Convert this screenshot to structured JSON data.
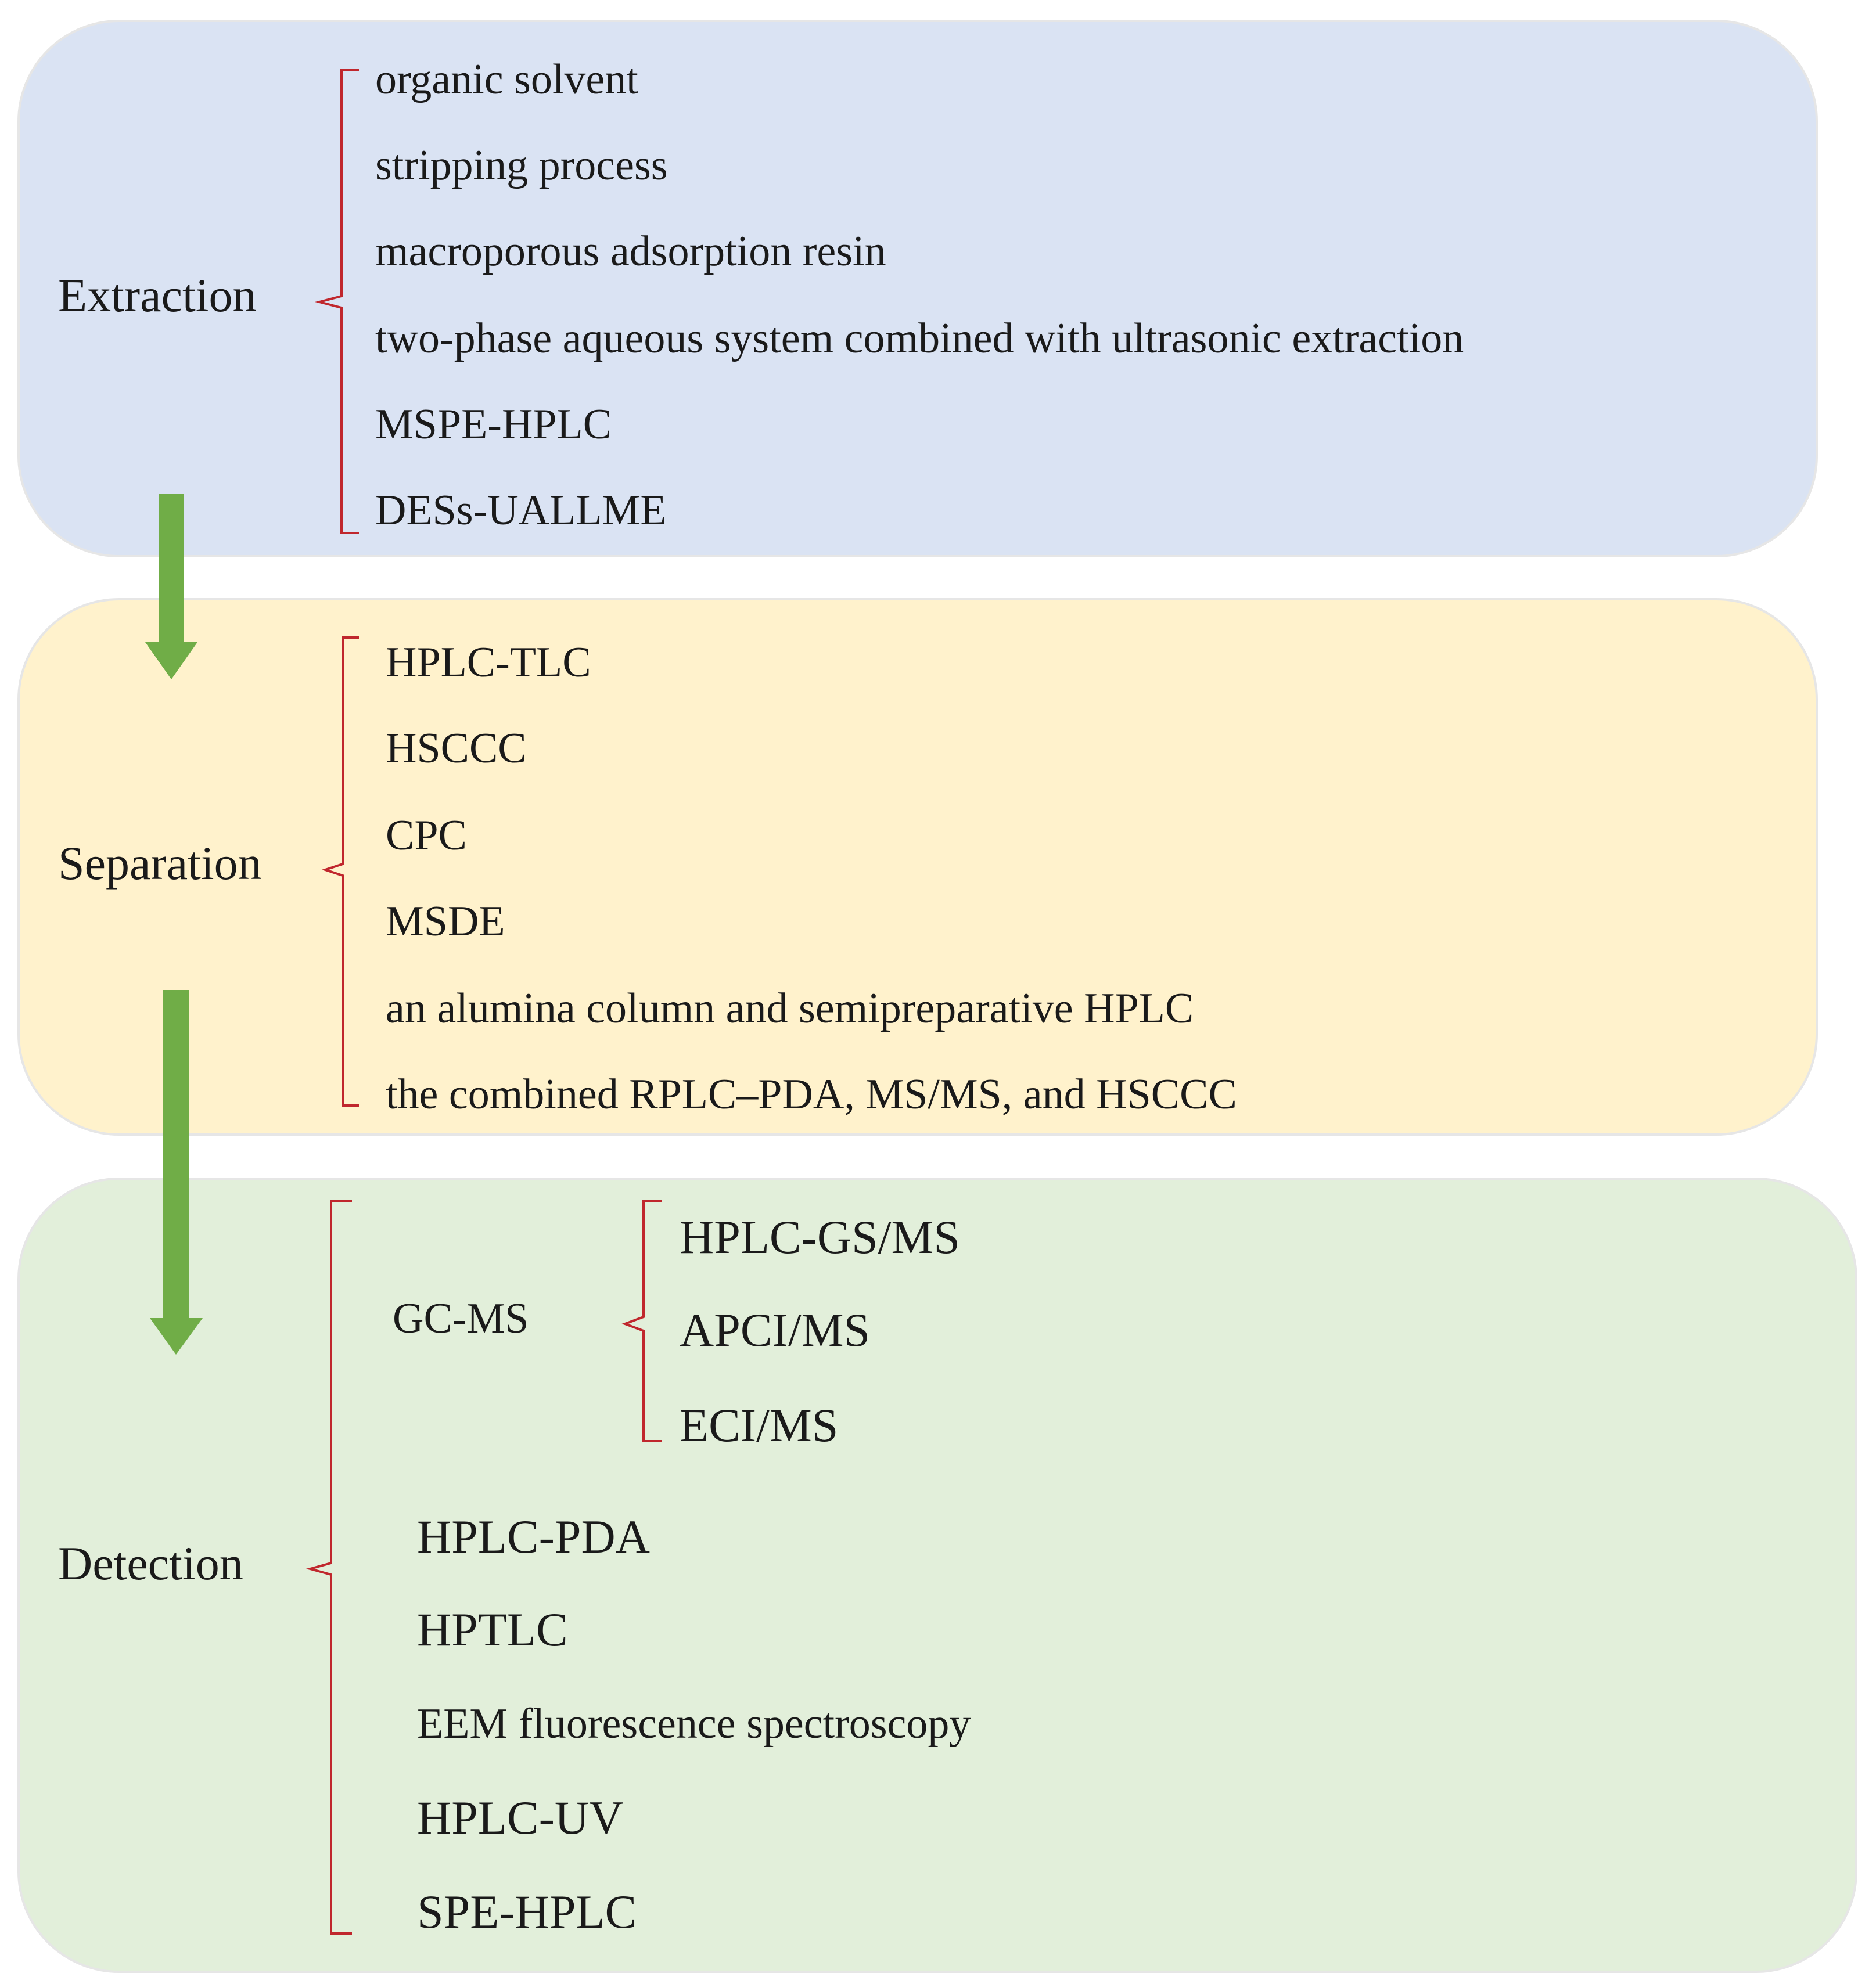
{
  "stages": {
    "extraction": {
      "label": "Extraction",
      "items": [
        "organic solvent",
        "stripping process",
        "macroporous adsorption resin",
        "two-phase aqueous system combined with ultrasonic extraction",
        "MSPE-HPLC",
        "DESs-UALLME"
      ]
    },
    "separation": {
      "label": "Separation",
      "items": [
        "HPLC-TLC",
        "HSCCC",
        "CPC",
        "MSDE",
        "an alumina column and semipreparative HPLC",
        "the combined RPLC–PDA, MS/MS, and HSCCC"
      ]
    },
    "detection": {
      "label": "Detection",
      "gcms": {
        "label": "GC-MS",
        "items": [
          "HPLC-GS/MS",
          "APCI/MS",
          "ECI/MS"
        ]
      },
      "items": [
        "HPLC-PDA",
        "HPTLC",
        "EEM fluorescence spectroscopy",
        "HPLC-UV",
        "SPE-HPLC"
      ]
    }
  },
  "colors": {
    "extraction_bg": "#dae3f3",
    "separation_bg": "#fff2cc",
    "detection_bg": "#e2efda",
    "brace": "#c0272d",
    "arrow": "#70ad47"
  }
}
